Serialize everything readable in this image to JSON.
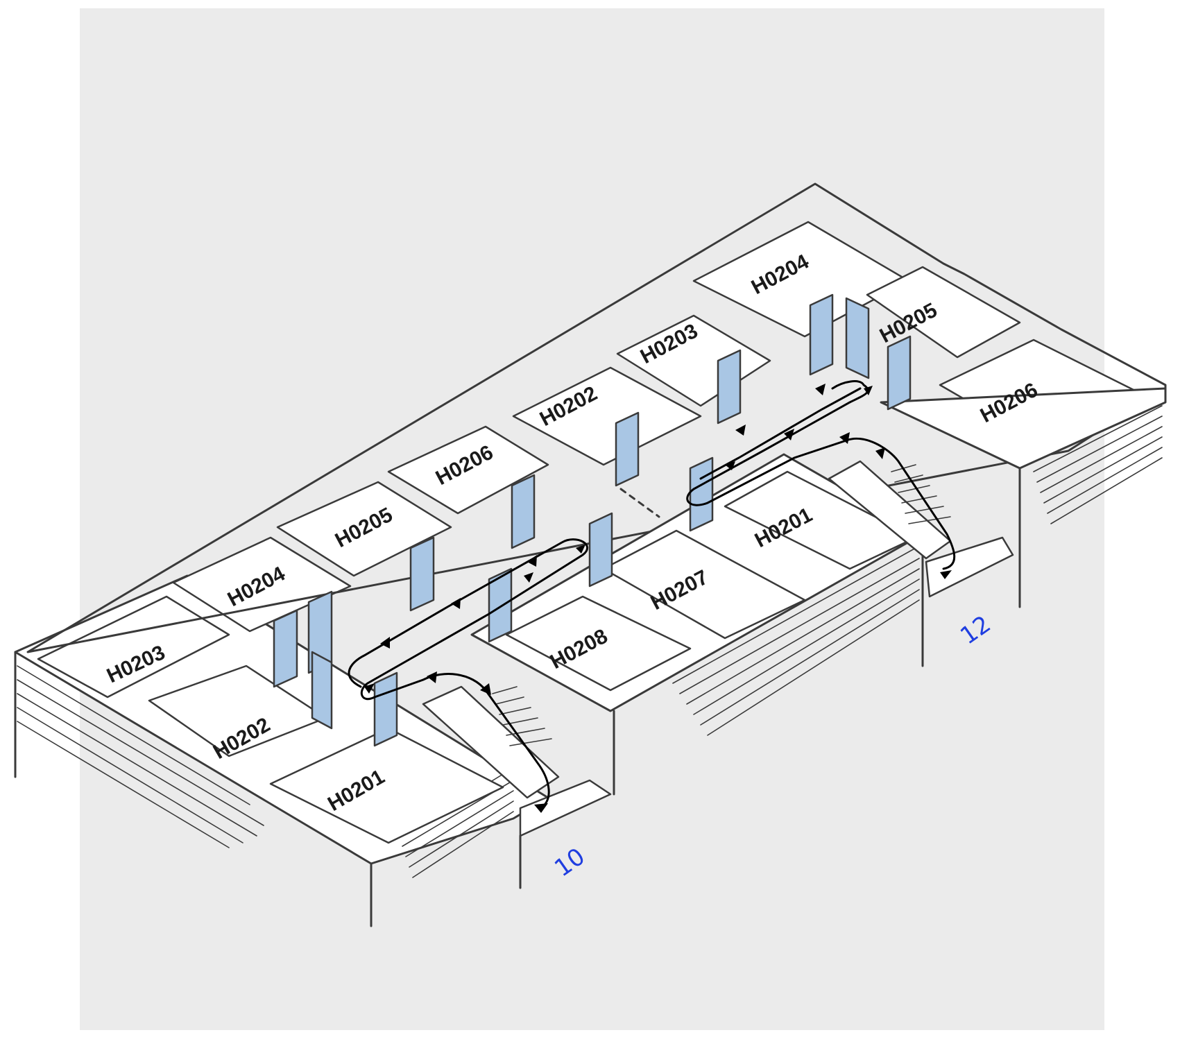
{
  "colors": {
    "background": "#ebebeb",
    "door": "#a9c6e4",
    "outline": "#3a3a3a",
    "route": "#000000",
    "stair_label": "#1f3ee0"
  },
  "left_block": {
    "rooms": [
      "H0203",
      "H0204",
      "H0205",
      "H0206",
      "H0202",
      "H0201"
    ],
    "stair_number": "10"
  },
  "middle_block": {
    "rooms": [
      "H0208",
      "H0207",
      "H0201"
    ]
  },
  "right_block": {
    "rooms": [
      "H0202",
      "H0203",
      "H0204",
      "H0205",
      "H0206"
    ],
    "stair_number": "12"
  }
}
